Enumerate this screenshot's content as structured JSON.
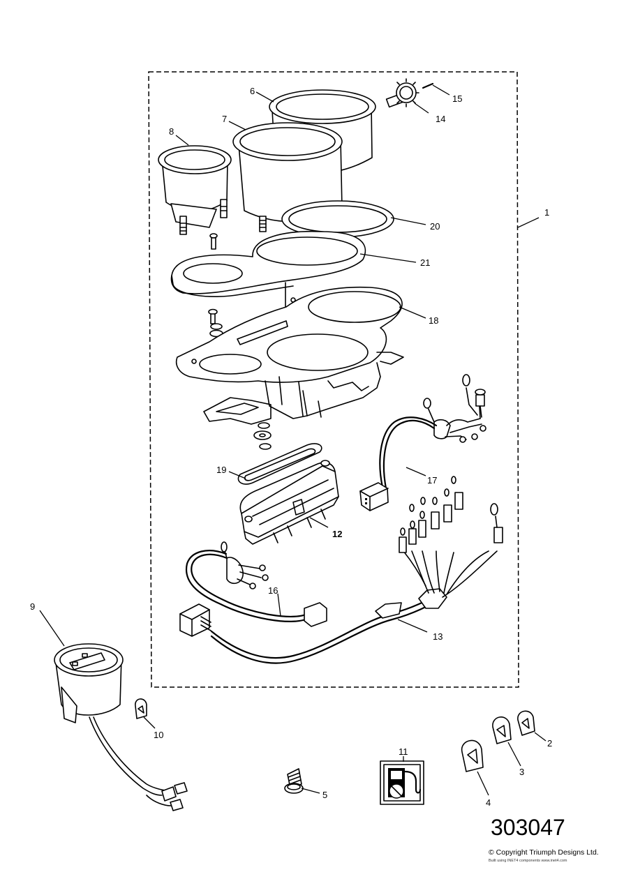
{
  "callouts": [
    {
      "id": "1",
      "label": "1"
    },
    {
      "id": "2",
      "label": "2"
    },
    {
      "id": "3",
      "label": "3"
    },
    {
      "id": "4",
      "label": "4"
    },
    {
      "id": "5",
      "label": "5"
    },
    {
      "id": "6",
      "label": "6"
    },
    {
      "id": "7",
      "label": "7"
    },
    {
      "id": "8",
      "label": "8"
    },
    {
      "id": "9",
      "label": "9"
    },
    {
      "id": "10",
      "label": "10"
    },
    {
      "id": "11",
      "label": "11"
    },
    {
      "id": "12",
      "label": "12"
    },
    {
      "id": "13",
      "label": "13"
    },
    {
      "id": "14",
      "label": "14"
    },
    {
      "id": "15",
      "label": "15"
    },
    {
      "id": "16",
      "label": "16"
    },
    {
      "id": "17",
      "label": "17"
    },
    {
      "id": "18",
      "label": "18"
    },
    {
      "id": "19",
      "label": "19"
    },
    {
      "id": "20",
      "label": "20"
    },
    {
      "id": "21",
      "label": "21"
    }
  ],
  "footer": {
    "catalog_number": "303047",
    "copyright": "© Copyright Triumph Designs Ltd.",
    "credit": "Built using INET4 components  www.inet4.com"
  },
  "colors": {
    "ink": "#000000",
    "paper": "#ffffff"
  }
}
